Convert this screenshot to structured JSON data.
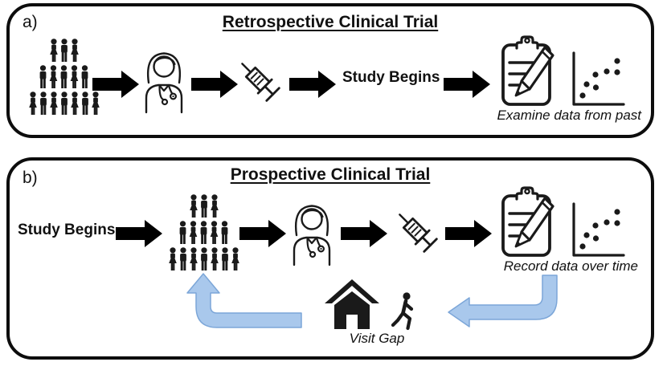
{
  "colors": {
    "arrow_fill": "#A9C8EC",
    "arrow_stroke": "#7CA6D8",
    "ink": "#1a1a1a",
    "background": "#ffffff"
  },
  "panel_a": {
    "label": "a)",
    "title": "Retrospective Clinical Trial",
    "study_begins": "Study Begins",
    "caption": "Examine data from past"
  },
  "panel_b": {
    "label": "b)",
    "title": "Prospective Clinical Trial",
    "study_begins": "Study Begins",
    "caption": "Record data over time",
    "visit_gap_label": "Visit Gap"
  },
  "icons": {
    "crowd": "population-crowd-icon",
    "clinician": "nurse-clinician-icon",
    "syringe": "syringe-icon",
    "clipboard": "clipboard-record-icon",
    "scatter": "scatter-plot-icon",
    "house": "house-icon",
    "walker": "walking-person-icon",
    "arrow": "flow-arrow-right-icon"
  },
  "chart_data": {
    "type": "scatter",
    "note": "decorative scatter icon, rising trend",
    "points_norm": [
      [
        0.27,
        0.78
      ],
      [
        0.34,
        0.6
      ],
      [
        0.49,
        0.65
      ],
      [
        0.48,
        0.44
      ],
      [
        0.67,
        0.38
      ],
      [
        0.84,
        0.21
      ],
      [
        0.84,
        0.4
      ]
    ]
  }
}
